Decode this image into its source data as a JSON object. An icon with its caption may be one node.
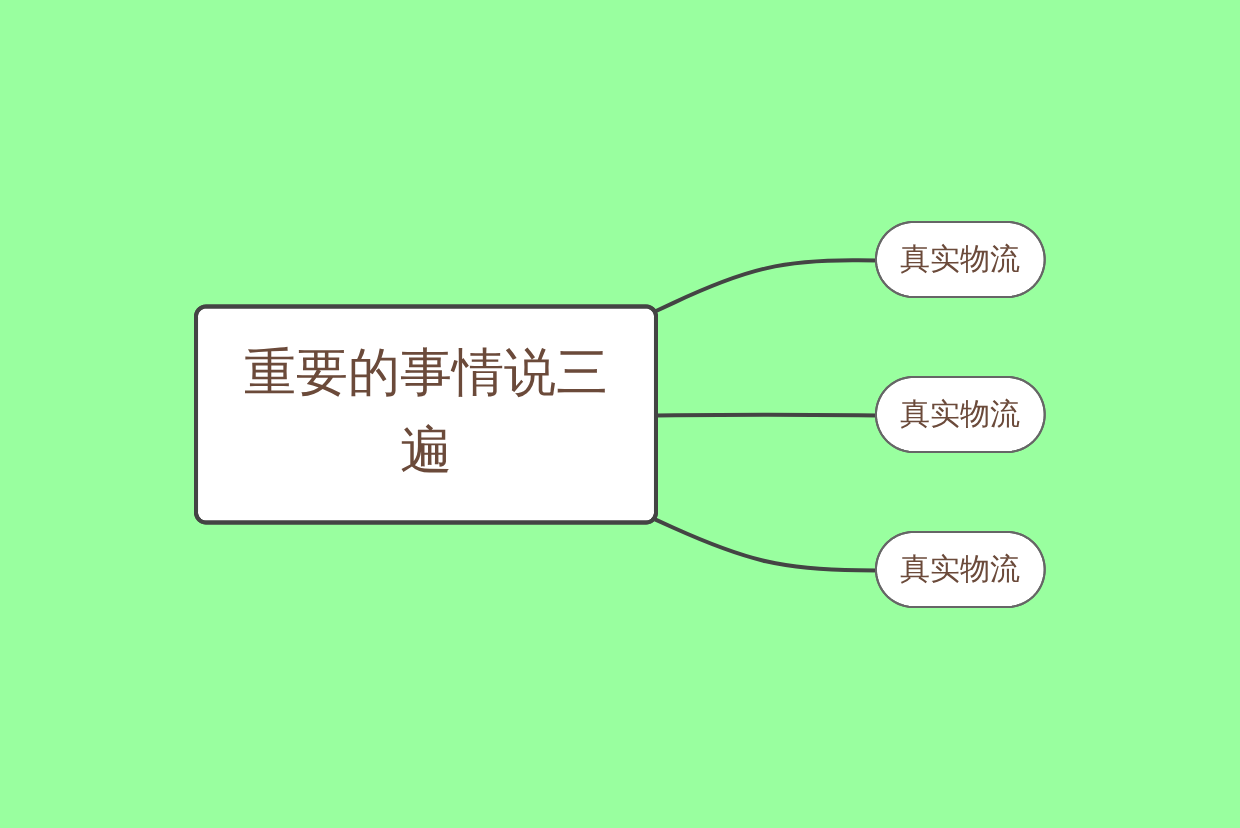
{
  "diagram": {
    "nodes": [
      {
        "text": [
          "重要的事情说三遍"
        ]
      },
      {
        "text": [
          "真实物流"
        ]
      },
      {
        "text": [
          "真实物流"
        ]
      },
      {
        "text": [
          "真实物流"
        ]
      }
    ],
    "edges": [
      {
        "from": 0,
        "to": 1,
        "arrow": "none"
      },
      {
        "from": 0,
        "to": 2,
        "arrow": "none"
      },
      {
        "from": 0,
        "to": 3,
        "arrow": "none"
      }
    ]
  }
}
